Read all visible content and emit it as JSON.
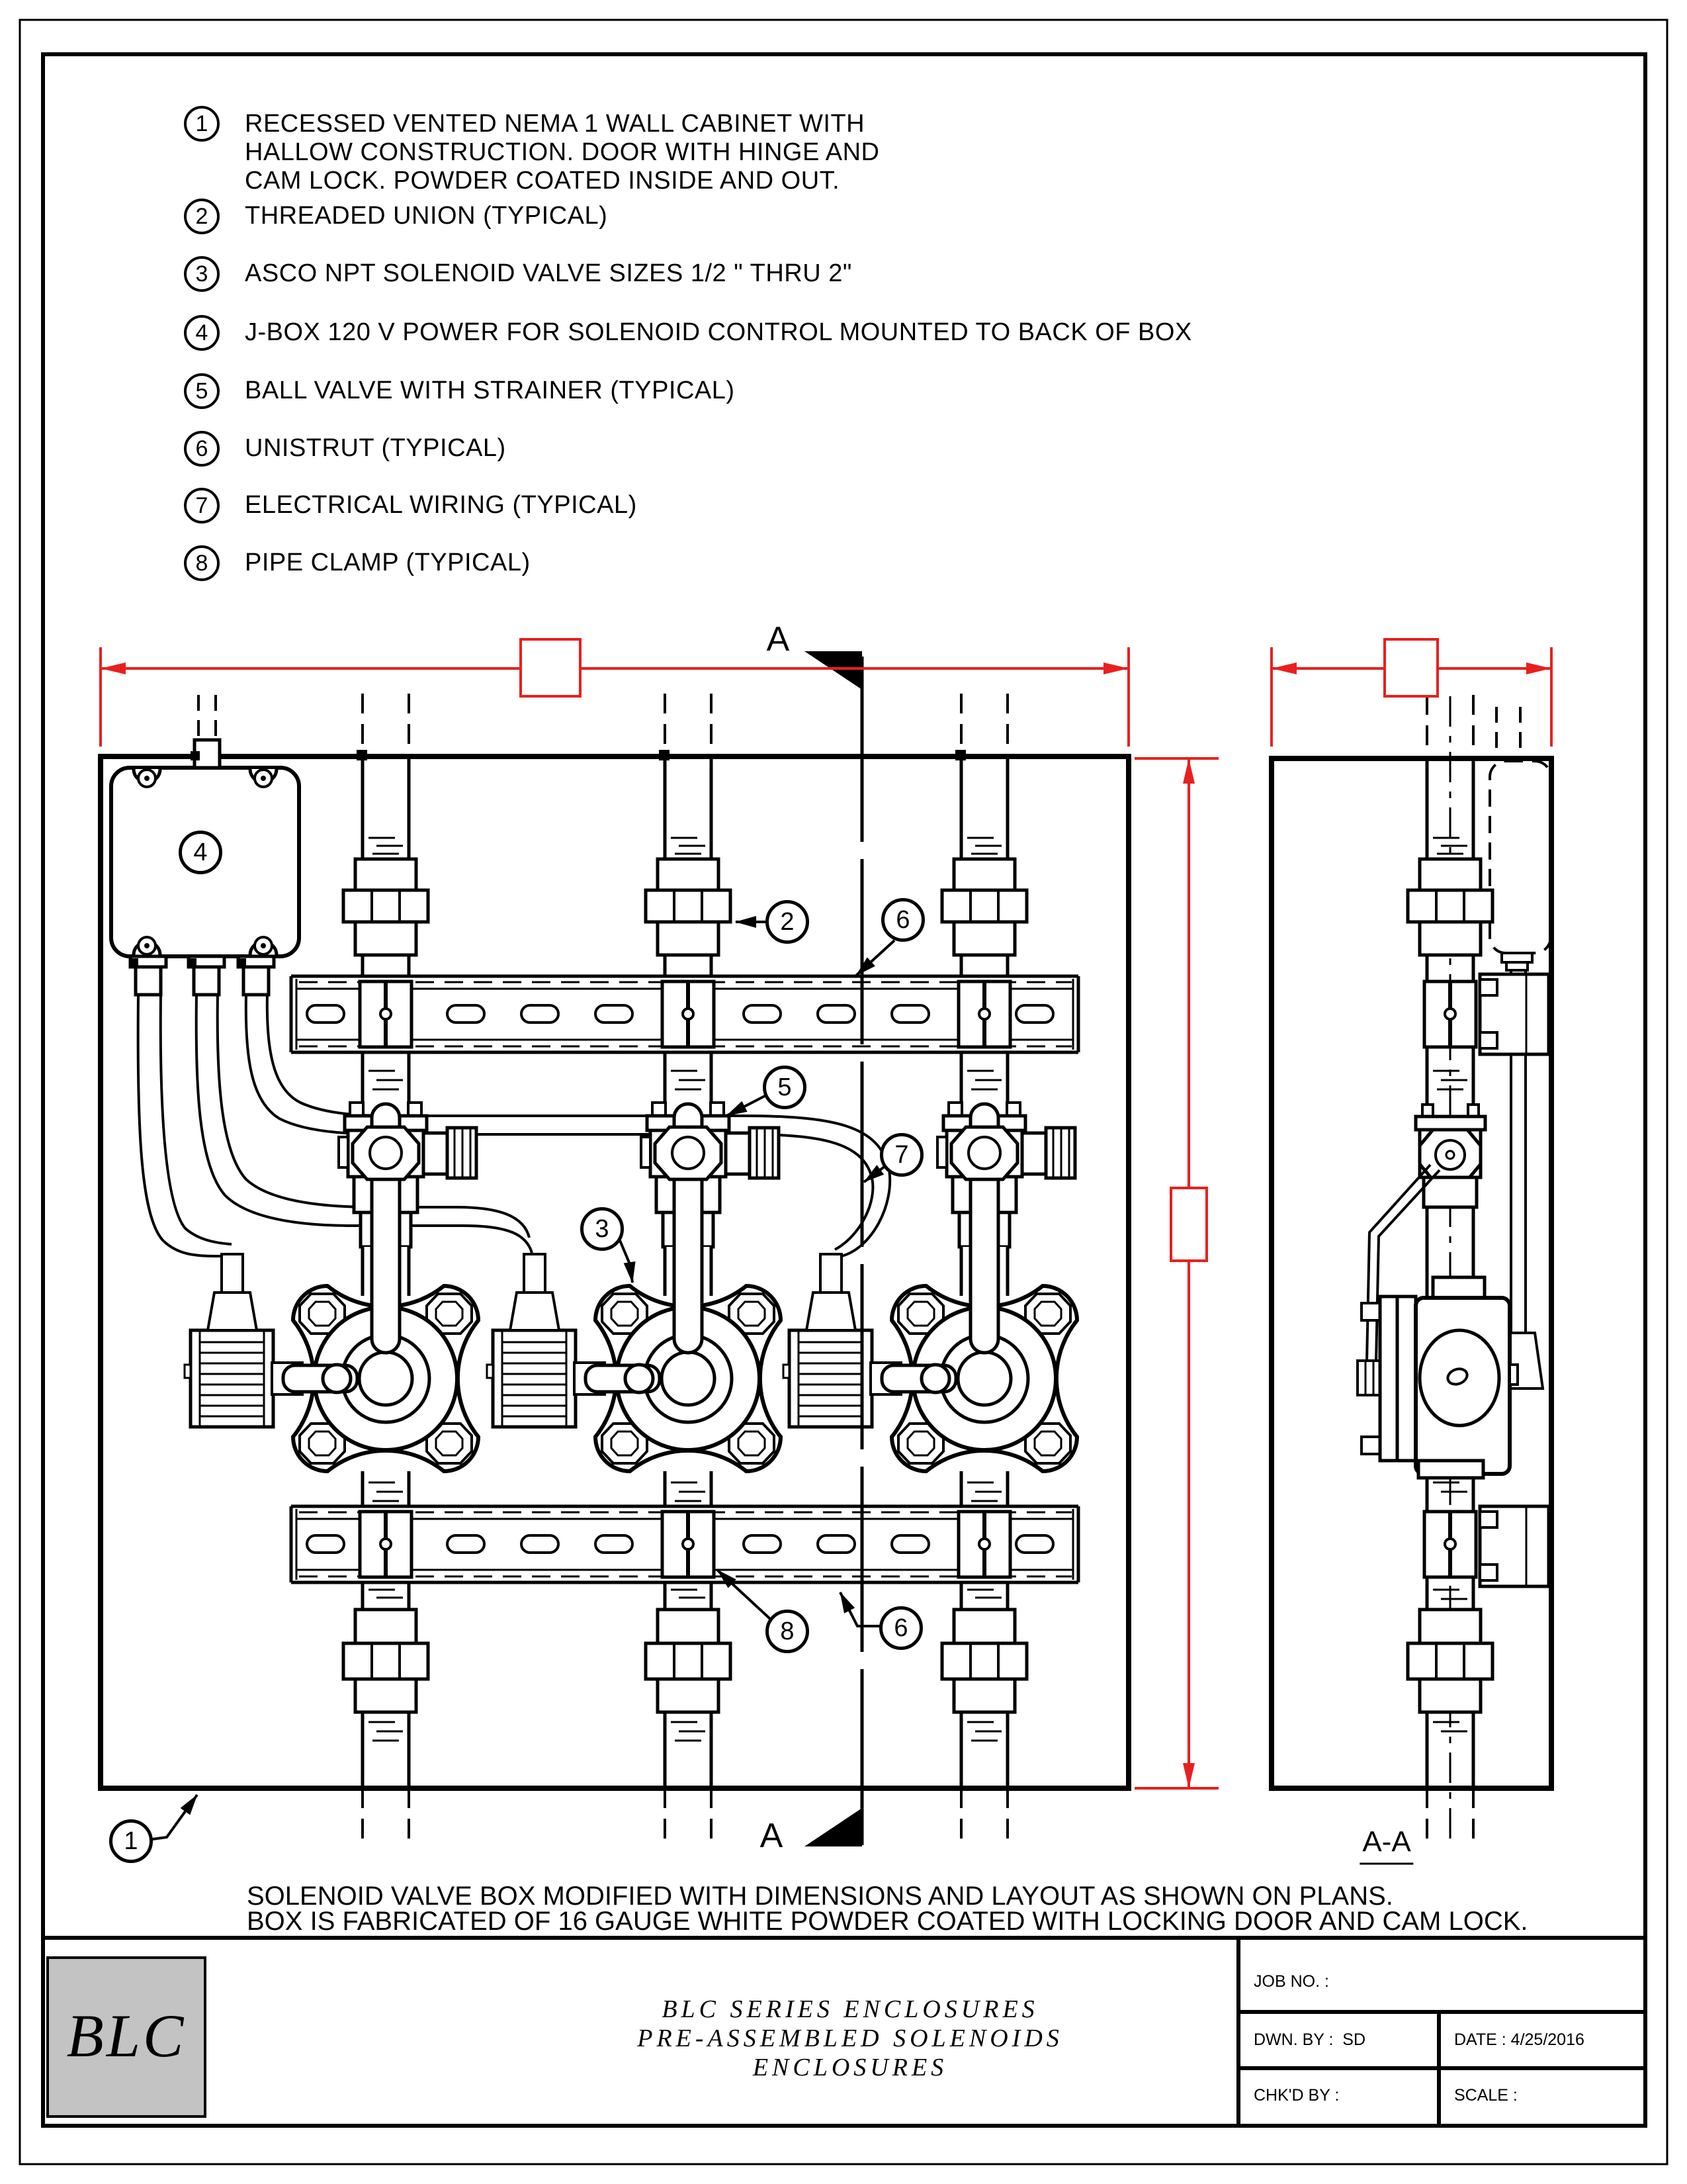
{
  "legend": {
    "items": [
      {
        "num": "1",
        "lines": [
          "RECESSED VENTED NEMA 1 WALL CABINET WITH",
          "HALLOW CONSTRUCTION. DOOR WITH HINGE AND",
          "CAM LOCK. POWDER COATED INSIDE AND OUT."
        ]
      },
      {
        "num": "2",
        "text": "THREADED UNION (TYPICAL)"
      },
      {
        "num": "3",
        "text": "ASCO NPT SOLENOID VALVE SIZES 1/2 \" THRU 2\""
      },
      {
        "num": "4",
        "text": "J-BOX 120 V POWER FOR SOLENOID CONTROL MOUNTED TO BACK OF BOX"
      },
      {
        "num": "5",
        "text": "BALL VALVE WITH STRAINER (TYPICAL)"
      },
      {
        "num": "6",
        "text": "UNISTRUT (TYPICAL)"
      },
      {
        "num": "7",
        "text": "ELECTRICAL WIRING (TYPICAL)"
      },
      {
        "num": "8",
        "text": "PIPE CLAMP (TYPICAL)"
      }
    ]
  },
  "callout_numbers": {
    "cabinet": "1",
    "threaded_union": "2",
    "solenoid_valve": "3",
    "jbox": "4",
    "ball_valve": "5",
    "unistrut": "6",
    "electrical_wiring": "7",
    "pipe_clamp": "8"
  },
  "section": {
    "cut_label": "A",
    "view_title": "A-A"
  },
  "notes": {
    "line1": "SOLENOID VALVE BOX MODIFIED WITH DIMENSIONS AND LAYOUT AS SHOWN ON PLANS.",
    "line2": "BOX IS FABRICATED OF 16 GAUGE WHITE POWDER COATED WITH LOCKING DOOR AND CAM LOCK."
  },
  "title_block": {
    "logo": "BLC",
    "title_line1": "BLC SERIES ENCLOSURES",
    "title_line2": "PRE-ASSEMBLED SOLENOIDS",
    "title_line3": "ENCLOSURES",
    "job_no_label": "JOB NO. :",
    "dwn_by_label": "DWN. BY :",
    "dwn_by_value": "SD",
    "date_label": "DATE :",
    "date_value": "4/25/2016",
    "chkd_by_label": "CHK'D BY :",
    "scale_label": "SCALE :"
  },
  "colors": {
    "line": "#000000",
    "dimension_red": "#e8201e",
    "logo_gray": "#c3c3c3",
    "background": "#ffffff"
  }
}
